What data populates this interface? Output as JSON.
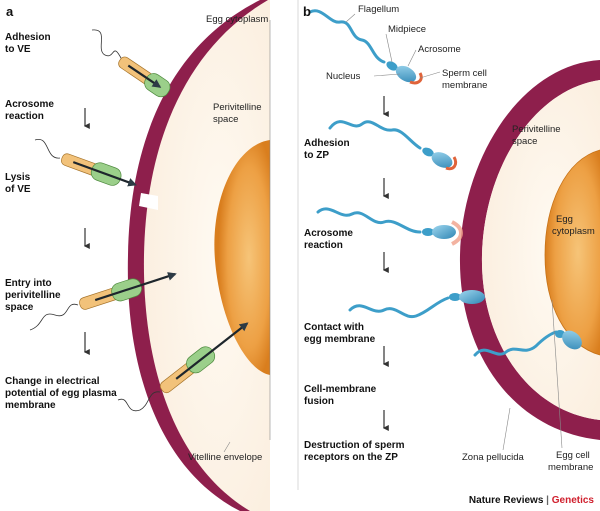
{
  "panel_a": {
    "letter": "a",
    "steps": [
      [
        "Adhesion",
        "to VE"
      ],
      [
        "Acrosome",
        "reaction"
      ],
      [
        "Lysis",
        "of VE"
      ],
      [
        "Entry into",
        "perivitelline",
        "space"
      ],
      [
        "Change in electrical",
        "potential of egg plasma",
        "membrane"
      ]
    ],
    "labels": {
      "egg_cytoplasm": "Egg cytoplasm",
      "perivitelline_space": [
        "Perivitelline",
        "space"
      ],
      "vitelline_envelope": "Vitelline envelope"
    }
  },
  "panel_b": {
    "letter": "b",
    "sperm_parts": {
      "flagellum": "Flagellum",
      "midpiece": "Midpiece",
      "acrosome": "Acrosome",
      "nucleus": "Nucleus",
      "sperm_cell_membrane": [
        "Sperm cell",
        "membrane"
      ]
    },
    "steps": [
      [
        "Adhesion",
        "to ZP"
      ],
      [
        "Acrosome",
        "reaction"
      ],
      [
        "Contact with",
        "egg membrane"
      ],
      [
        "Cell-membrane",
        "fusion"
      ],
      [
        "Destruction of sperm",
        "receptors on the ZP"
      ]
    ],
    "labels": {
      "perivitelline_space": [
        "Perivitelline",
        "space"
      ],
      "egg_cytoplasm": [
        "Egg",
        "cytoplasm"
      ],
      "zona_pellucida": "Zona pellucida",
      "egg_cell_membrane": [
        "Egg cell",
        "membrane"
      ]
    }
  },
  "credit": {
    "journal": "Nature Reviews",
    "separator": " | ",
    "section": "Genetics"
  },
  "colors": {
    "envelope": "#8e1f4c",
    "perivitelline": "#fdf3e6",
    "cytoplasm": "#e8952e",
    "sperm_a_tail": "#f2c27a",
    "sperm_a_head": "#9bcf8a",
    "sperm_b": "#3d9ec9",
    "acrosome_b": "#e0633a",
    "credit_red": "#d0202e"
  }
}
